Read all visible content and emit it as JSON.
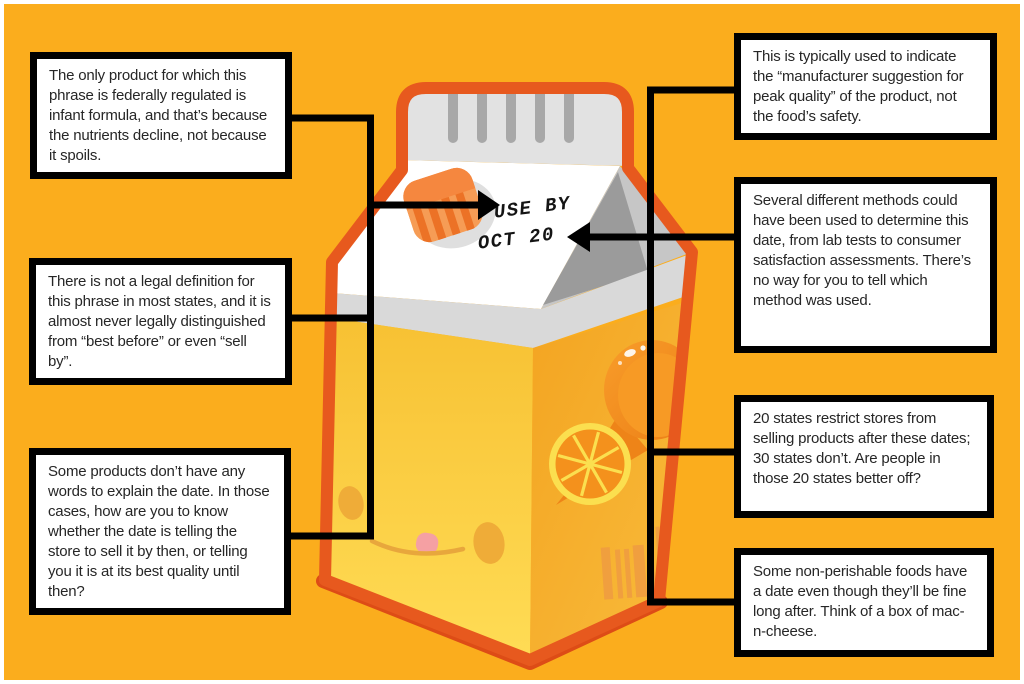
{
  "colors": {
    "background": "#FBAD1D",
    "frame": "#FFFFFF",
    "connector": "#000000",
    "callout_bg": "#FFFFFF",
    "callout_border": "#000000",
    "carton_outline": "#E7591E",
    "carton_front": "#FFDC55",
    "carton_side": "#F5AB28",
    "carton_roof": "#FFFFFF",
    "gable_gray": "#C6C6C6",
    "gable_shadow_gray": "#9B9B9B",
    "crimp_gray": "#E2E2E2",
    "crimp_bar_gray": "#A8A8A8",
    "cap_orange": "#F69C55",
    "fruit_orange": "#EC7E16",
    "slice_rind_yellow": "#FBDF4F",
    "slice_flesh_orange": "#F4911C"
  },
  "carton_label": {
    "line1": "USE BY",
    "line2": "OCT 20"
  },
  "callouts": {
    "left": [
      {
        "text": "The only product for which this phrase is federally regulated is infant formula, and that’s because the nutrients decline, not because it spoils."
      },
      {
        "text": "There is not a legal definition for this phrase in most states, and it is almost never legally distinguished from “best before” or even “sell by”."
      },
      {
        "text": "Some products don’t have any words to explain the date. In those cases, how are you to know whether the date is telling the store to sell it by then, or telling you it is at its best quality until then?"
      }
    ],
    "right": [
      {
        "text": "This is typically used to indicate the “manufacturer suggestion for peak quality” of the product, not the food’s safety."
      },
      {
        "text": "Several different methods could have been used to determine this date, from lab tests to consumer satisfaction assessments. There’s no way for you to tell which method was used."
      },
      {
        "text": "20 states restrict stores from selling products after these dates; 30 states don’t. Are people in those 20 states better off?"
      },
      {
        "text": "Some non-perishable foods have a date even though they’ll be fine long after. Think of a box of mac-n-cheese."
      }
    ]
  }
}
